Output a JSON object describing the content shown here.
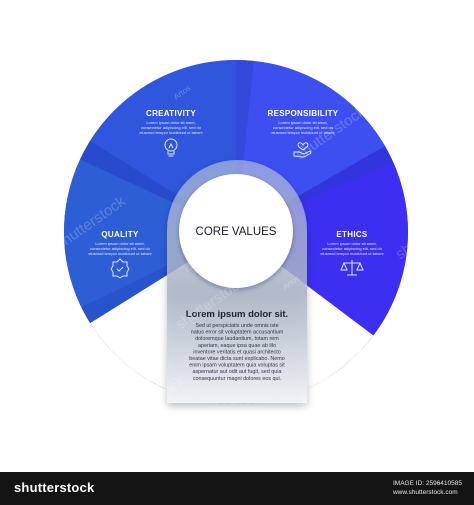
{
  "center": {
    "title": "CORE VALUES"
  },
  "segments": [
    {
      "id": "creativity",
      "title": "CREATIVITY",
      "icon": "lightbulb-icon",
      "color": "#2f56dc",
      "lines": [
        "Lorem ipsum dolor sit amet,",
        "consectetur adipiscing elit, sed do",
        "eiusmod tempor incididunt ut labore"
      ]
    },
    {
      "id": "responsibility",
      "title": "RESPONSIBILITY",
      "icon": "hand-heart-icon",
      "color": "#3d4ff0",
      "lines": [
        "Lorem ipsum dolor sit amet,",
        "consectetur adipiscing elit, sed do",
        "eiusmod tempor incididunt ut labore"
      ]
    },
    {
      "id": "ethics",
      "title": "ETHICS",
      "icon": "scales-icon",
      "color": "#3c2ff2",
      "lines": [
        "Lorem ipsum dolor sit amet,",
        "consectetur adipiscing elit, sed do",
        "eiusmod tempor incididunt ut labore"
      ]
    },
    {
      "id": "quality",
      "title": "QUALITY",
      "icon": "quality-badge-icon",
      "color": "#2d5ed6",
      "lines": [
        "Lorem ipsum dolor sit amet,",
        "consectetur adipiscing elit, sed do",
        "eiusmod tempor incididunt ut labore"
      ]
    }
  ],
  "card": {
    "title": "Lorem ipsum dolor sit.",
    "lines": [
      "Sed ut perspiciatis unde omnis iste",
      "natus error sit voluptatem accusantium",
      "doloremque laudantium, totam rem",
      "aperiam, eaque ipsa quae ab illo",
      "inventore veritatis et quasi architecto",
      "beatae vitae dicta sunt explicabo. Nemo",
      "enim ipsam voluptatem quia voluptas sit",
      "aspernatur aut odit aut fugit, sed quia",
      "consequuntur magni dolores eos qui."
    ]
  },
  "watermark": {
    "text": "shutterstock",
    "author": "Artos"
  },
  "footer": {
    "logo": "shutterstock",
    "image_id": "IMAGE ID: 2596410585",
    "url": "www.shutterstock.com"
  },
  "colors": {
    "ring_dark": "#1f3fb8",
    "ring_base": "#2c52da",
    "ring_violet": "#3b2cf0",
    "card_overlay": "#9aa6b4",
    "footer": "#141414"
  }
}
